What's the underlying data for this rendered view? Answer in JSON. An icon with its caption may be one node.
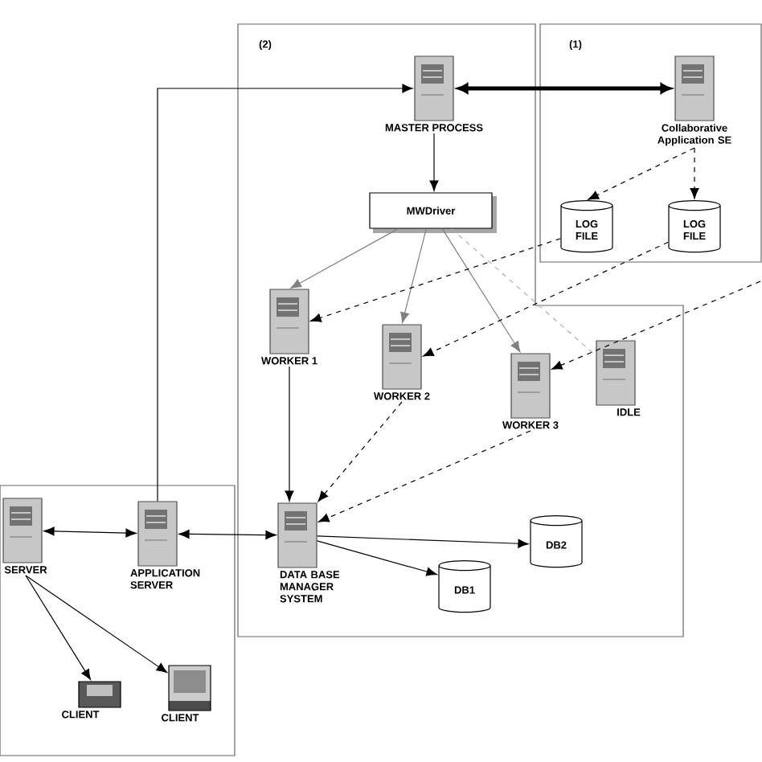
{
  "diagram": {
    "nodes": [
      {
        "text": [
          "(2)"
        ]
      },
      {
        "text": [
          "(1)"
        ]
      },
      {
        "text": [
          "MASTER PROCESS"
        ],
        "in": 0
      },
      {
        "text": [
          "Collaborative Application SE"
        ],
        "in": 1
      },
      {
        "text": [
          "MWDriver"
        ],
        "in": 0
      },
      {
        "text": [
          "LOG FILE"
        ],
        "in": 1
      },
      {
        "text": [
          "LOG FILE"
        ],
        "in": 1
      },
      {
        "text": [
          "WORKER 1"
        ],
        "in": 0
      },
      {
        "text": [
          "WORKER 2"
        ],
        "in": 0
      },
      {
        "text": [
          "WORKER 3"
        ],
        "in": 0
      },
      {
        "text": [
          "IDLE"
        ],
        "in": 0
      },
      {
        "text": [
          "DATA BASE MANAGER SYSTEM"
        ],
        "in": 0
      },
      {
        "text": [
          "DB1"
        ],
        "in": 0
      },
      {
        "text": [
          "DB2"
        ],
        "in": 0
      },
      {
        "text": [
          "SERVER"
        ]
      },
      {
        "text": [
          "APPLICATION SERVER"
        ]
      },
      {
        "text": [
          "CLIENT"
        ]
      },
      {
        "text": [
          "CLIENT"
        ]
      }
    ],
    "edges": [
      {
        "from": 15,
        "to": 2,
        "arrow": "to"
      },
      {
        "from": 2,
        "to": 3,
        "arrow": "both",
        "style": "thick"
      },
      {
        "from": 2,
        "to": 4,
        "arrow": "to"
      },
      {
        "from": 4,
        "to": 7,
        "arrow": "to",
        "color": "#808080"
      },
      {
        "from": 4,
        "to": 8,
        "arrow": "to",
        "color": "#808080"
      },
      {
        "from": 4,
        "to": 9,
        "arrow": "to",
        "color": "#808080"
      },
      {
        "from": 4,
        "to": 10,
        "arrow": "none",
        "style": "dashed",
        "color": "#b0b0b0"
      },
      {
        "from": 3,
        "to": 5,
        "arrow": "to",
        "style": "dashed"
      },
      {
        "from": 3,
        "to": 6,
        "arrow": "to",
        "style": "dashed"
      },
      {
        "from": 5,
        "to": 7,
        "arrow": "to",
        "style": "dashed"
      },
      {
        "from": 6,
        "to": 8,
        "arrow": "to",
        "style": "dashed"
      },
      {
        "from": null,
        "to": 9,
        "arrow": "to",
        "style": "dashed"
      },
      {
        "from": 7,
        "to": 11,
        "arrow": "to"
      },
      {
        "from": 8,
        "to": 11,
        "arrow": "to",
        "style": "dashed"
      },
      {
        "from": 9,
        "to": 11,
        "arrow": "to",
        "style": "dashed"
      },
      {
        "from": 11,
        "to": 12,
        "arrow": "to"
      },
      {
        "from": 11,
        "to": 13,
        "arrow": "to"
      },
      {
        "from": 14,
        "to": 15,
        "arrow": "both"
      },
      {
        "from": 15,
        "to": 11,
        "arrow": "both"
      },
      {
        "from": 14,
        "to": 16,
        "arrow": "to"
      },
      {
        "from": 14,
        "to": 17,
        "arrow": "to"
      }
    ]
  }
}
